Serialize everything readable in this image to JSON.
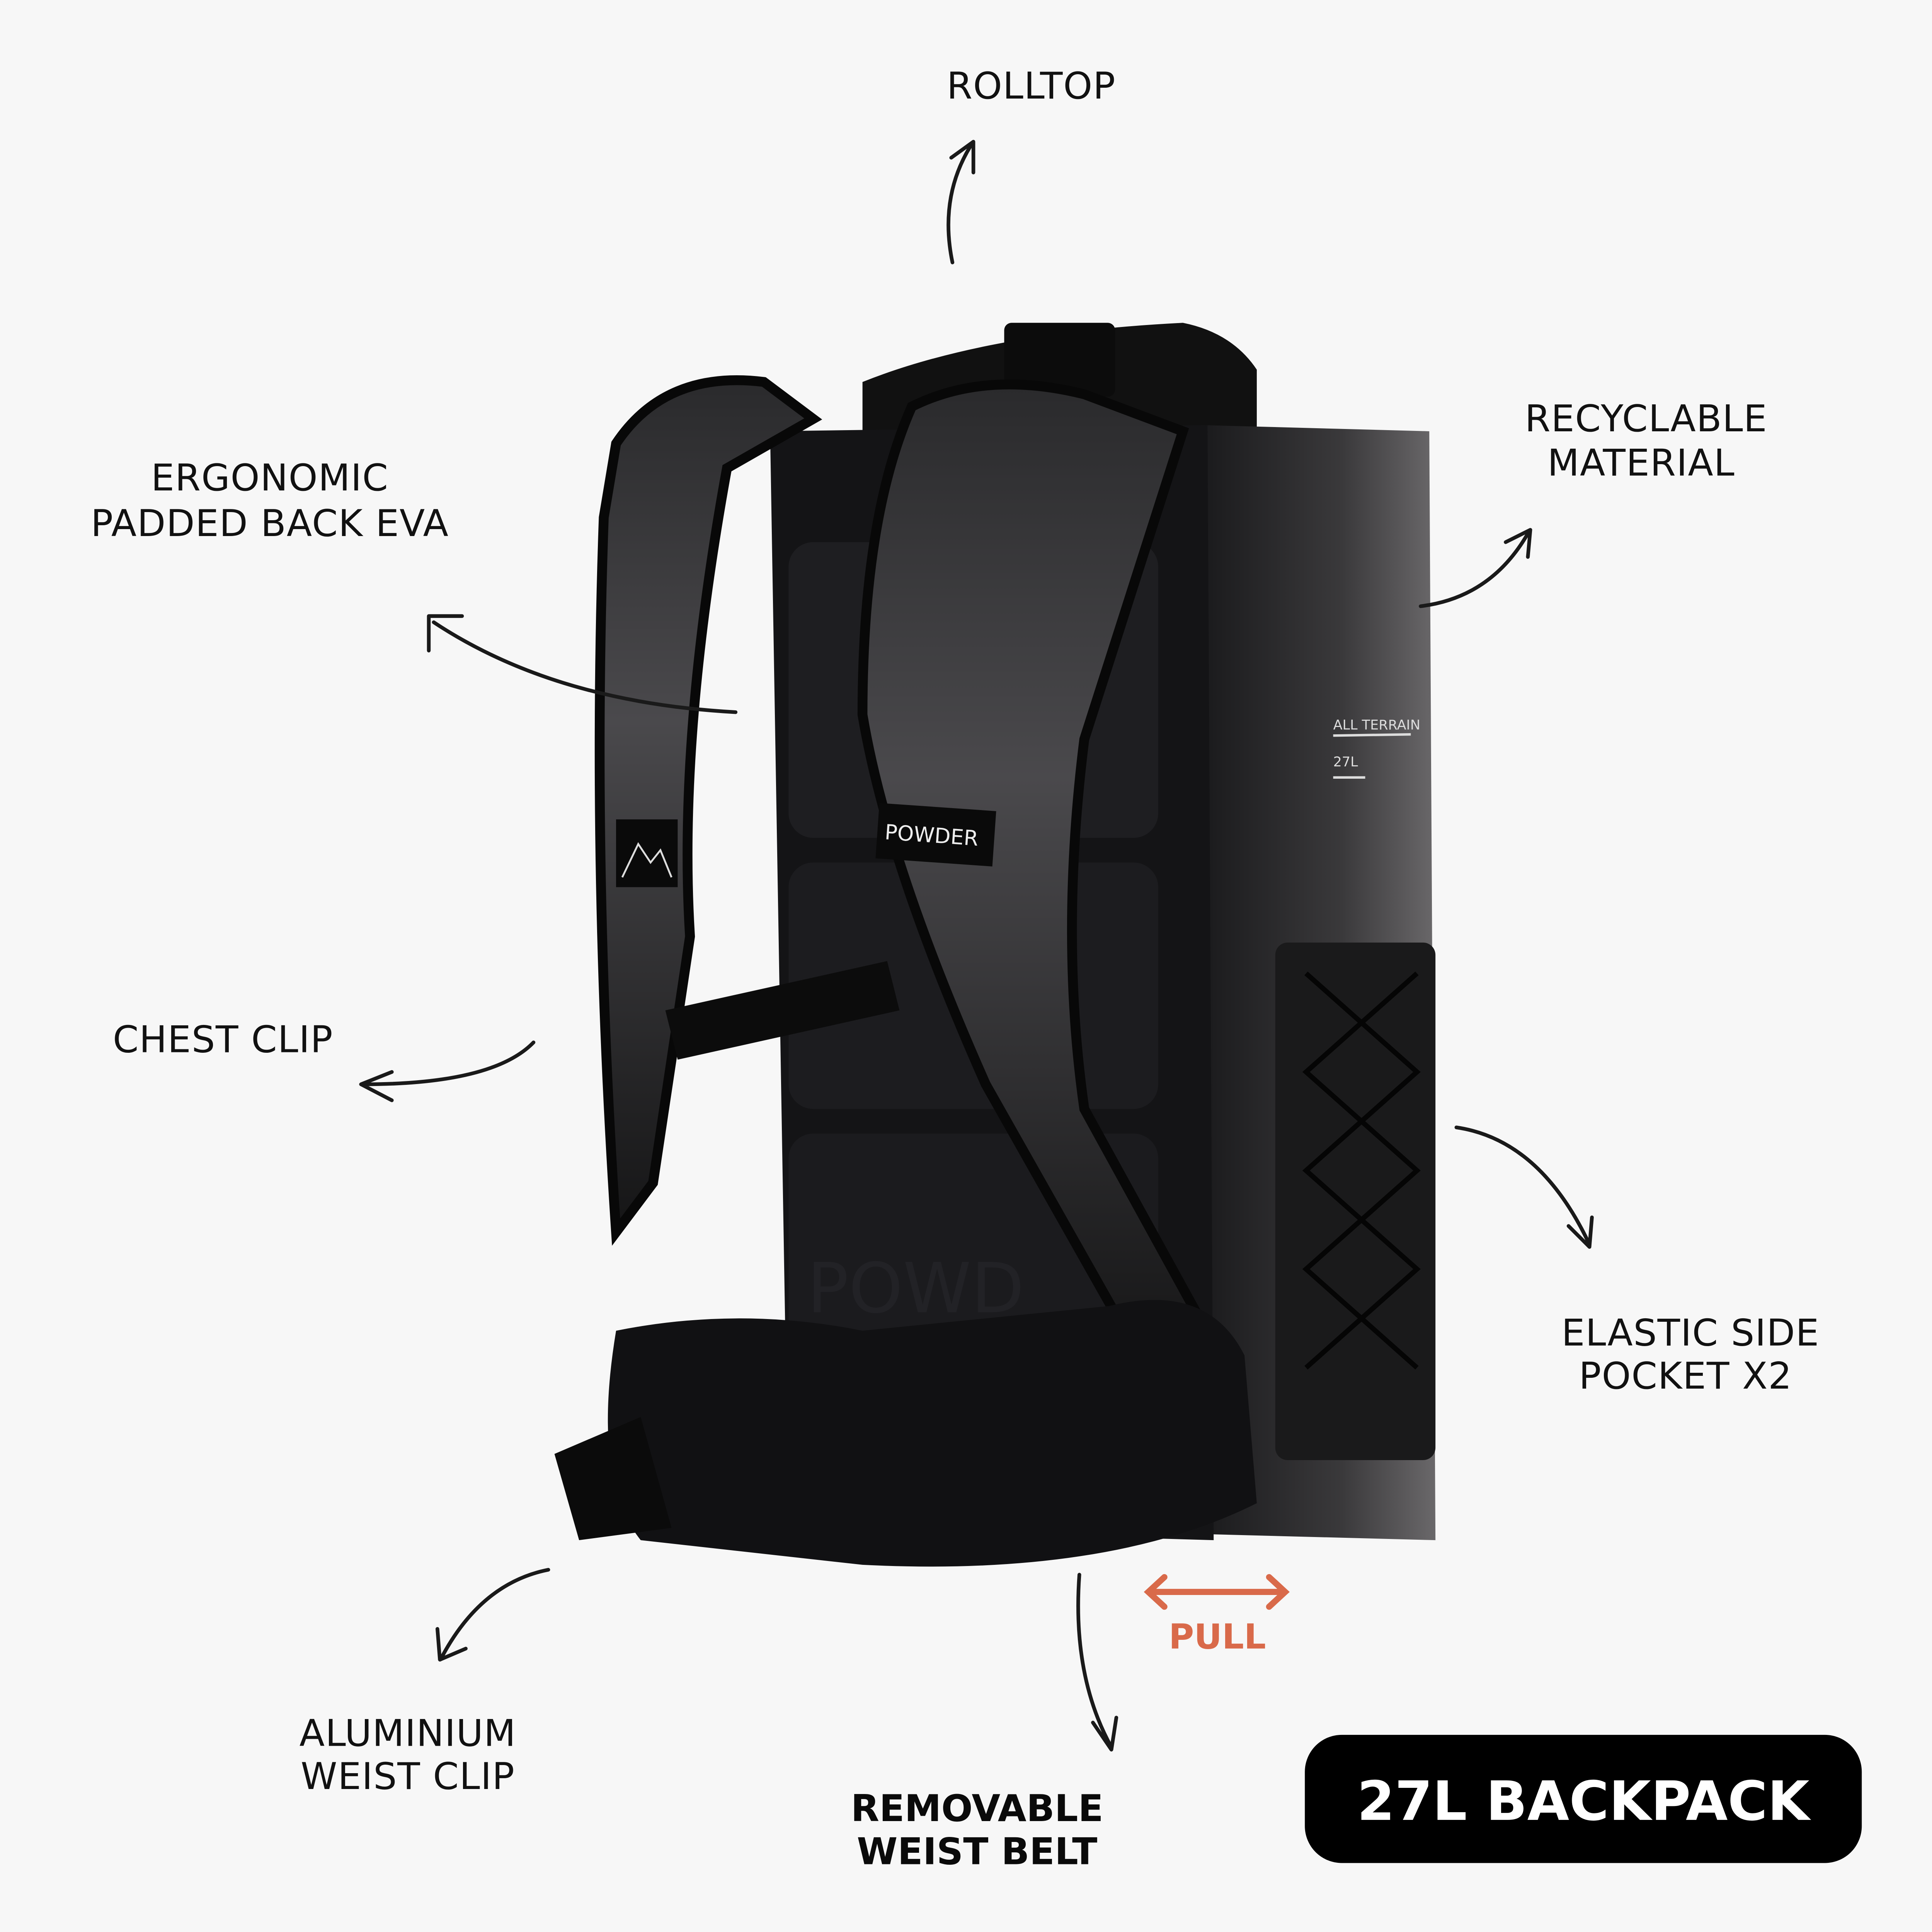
{
  "callouts": {
    "rolltop": "ROLLTOP",
    "recyclable": [
      "RECYCLABLE",
      "MATERIAL"
    ],
    "ergonomic": [
      "ERGONOMIC",
      "PADDED BACK EVA"
    ],
    "chest_clip": "CHEST CLIP",
    "elastic_pocket": [
      "ELASTIC SIDE",
      "POCKET X2"
    ],
    "aluminium_clip": [
      "ALUMINIUM",
      "WEIST CLIP"
    ],
    "removable_belt": [
      "REMOVABLE",
      "WEIST BELT"
    ],
    "pull": "PULL"
  },
  "badge": {
    "label": "27L BACKPACK"
  },
  "product_print": {
    "strap_brand": "POWDER",
    "back_emboss": "POWD",
    "side_line1": "ALL TERRAIN",
    "side_line2": "27L"
  },
  "colors": {
    "accent": "#d96a4a",
    "background": "#f7f7f7",
    "badge": "#000000"
  }
}
